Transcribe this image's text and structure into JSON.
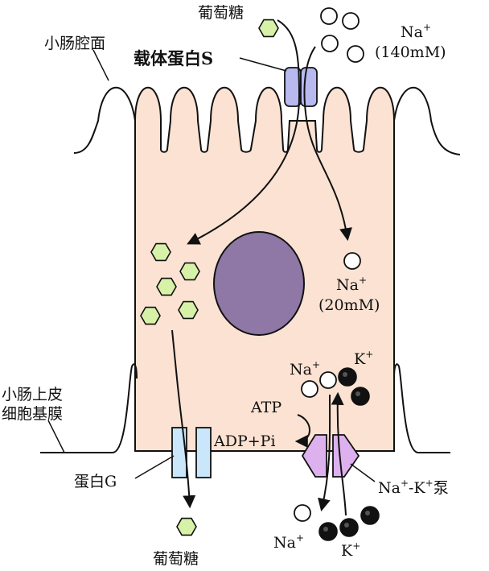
{
  "labels": {
    "lumen": "小肠腔面",
    "glucose_top": "葡萄糖",
    "carrier_s": "载体蛋白S",
    "na": "Na",
    "plus": "+",
    "na_out_conc": "(140mM)",
    "na_in_conc": "(20mM)",
    "k": "K",
    "atp": "ATP",
    "adp_pi": "ADP+Pi",
    "basal_membrane_1": "小肠上皮",
    "basal_membrane_2": "细胞基膜",
    "protein_g": "蛋白G",
    "pump_1": "-K",
    "pump_2": "泵",
    "glucose_bottom": "葡萄糖"
  },
  "colors": {
    "cell_fill": "#fbe2d2",
    "nucleus": "#8f77a6",
    "glucose_fill": "#d7f2a8",
    "carrier_s_fill": "#b7b9ef",
    "protein_g_fill": "#c9e6fb",
    "pump_fill": "#ddb1ee",
    "k_ion": "#111111",
    "na_ion": "#ffffff"
  }
}
